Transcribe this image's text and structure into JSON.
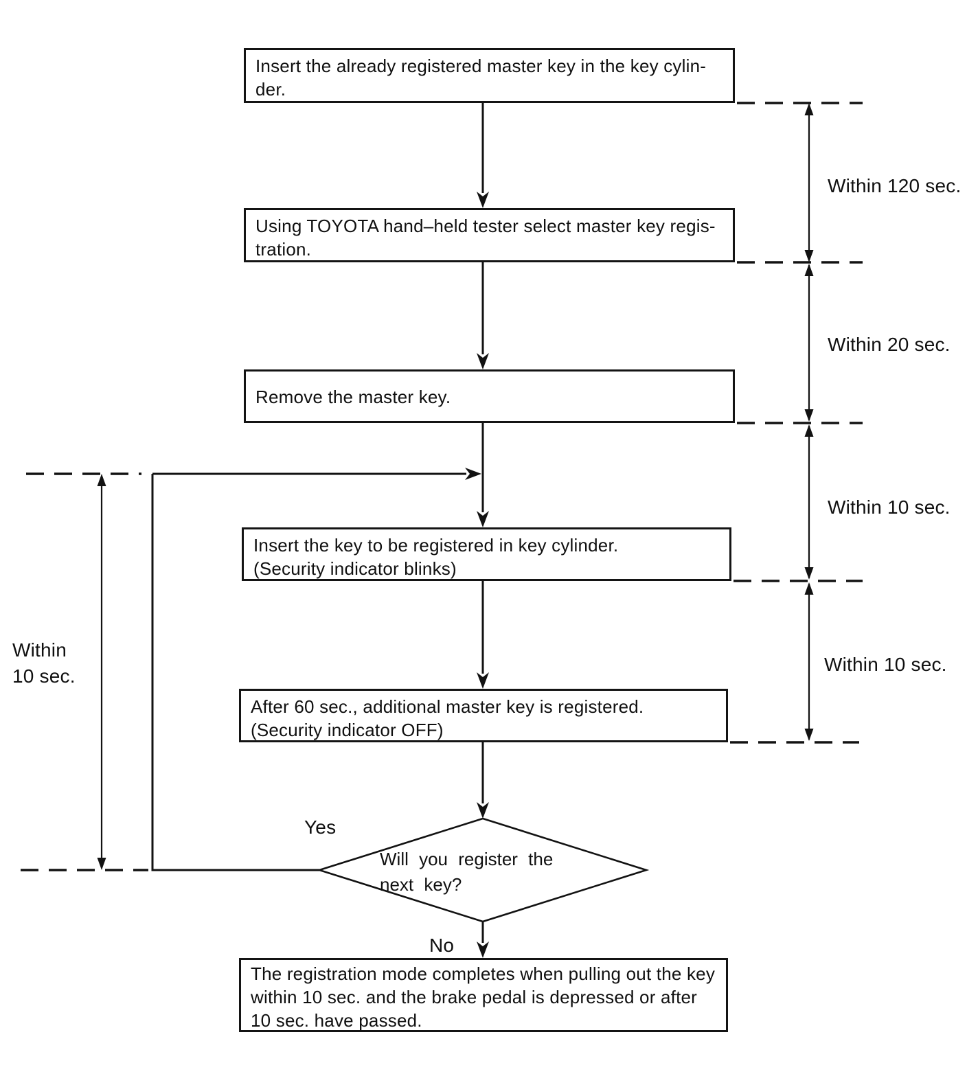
{
  "flowchart": {
    "steps": {
      "s1": "Insert the already registered master key in the key cylin-\nder.",
      "s2": "Using TOYOTA hand–held tester select master key regis-\ntration.",
      "s3": "Remove the master key.",
      "s4": "Insert the key to be registered in key cylinder.\n(Security indicator blinks)",
      "s5": "After 60 sec., additional master key is registered.\n(Security indicator OFF)",
      "s6": "The registration mode completes when pulling out the key\nwithin 10 sec. and the brake pedal is depressed or after\n10 sec. have passed."
    },
    "decision": {
      "question": "Will you register the\nnext key?",
      "yes": "Yes",
      "no": "No"
    },
    "timing_labels": {
      "right1": "Within 120 sec.",
      "right2": "Within 20 sec.",
      "right3": "Within 10 sec.",
      "right4": "Within 10 sec.",
      "left": "Within\n10 sec."
    },
    "colors": {
      "line": "#121212",
      "background": "#ffffff"
    }
  }
}
